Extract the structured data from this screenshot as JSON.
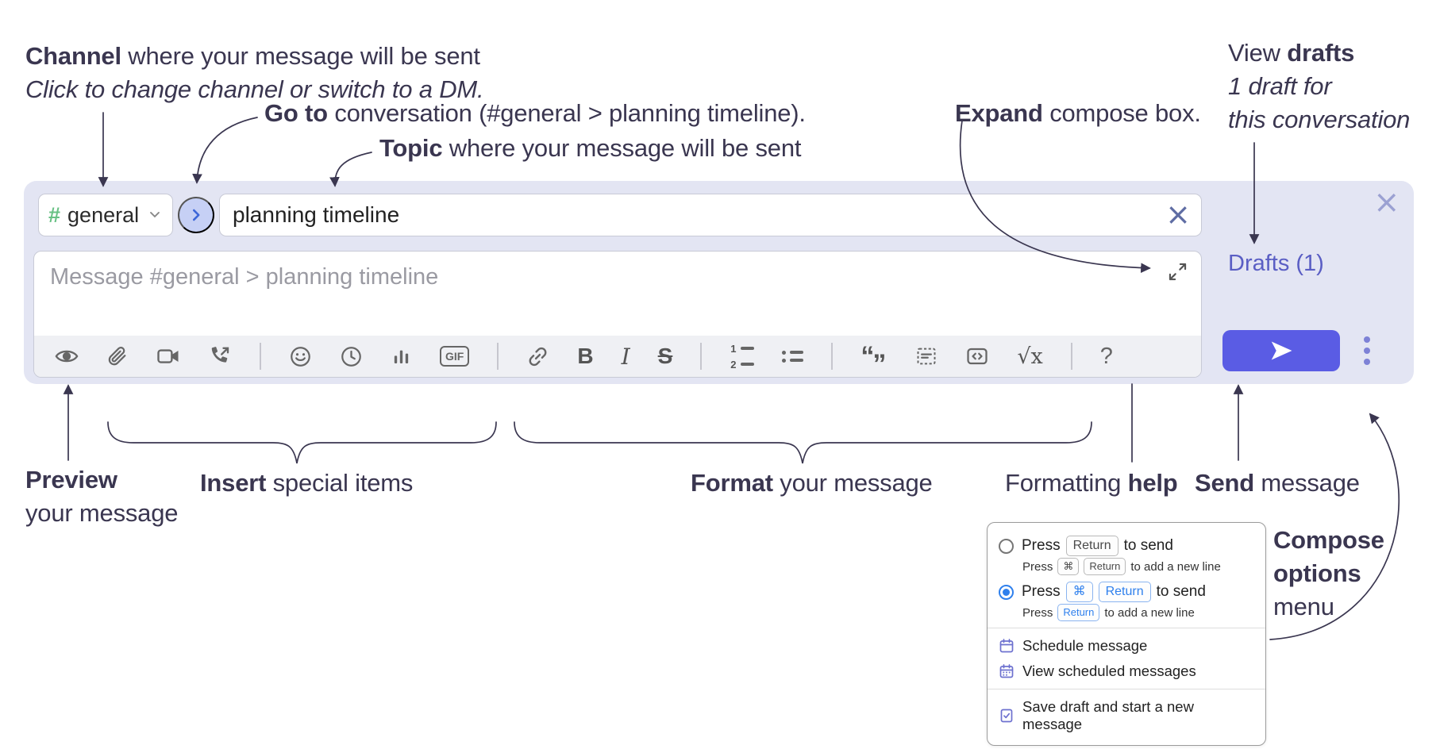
{
  "colors": {
    "accent_send": "#5a5ce4",
    "compose_bg": "#e3e5f3",
    "hash_green": "#68c184",
    "drafts_link": "#5a5ec4",
    "jump_chevron_blue": "#3c66d8",
    "radio_selected_blue": "#2f80ed",
    "menu_icon_purple": "#6d71cf",
    "annotation_ink": "#3a3650"
  },
  "annotations": {
    "channel": {
      "bold": "Channel",
      "rest": " where your message will be sent",
      "sub": "Click to change channel or switch to a DM."
    },
    "goto": {
      "bold": "Go to",
      "rest": " conversation (#general > planning timeline)."
    },
    "topic": {
      "bold": "Topic",
      "rest": " where your message will be sent"
    },
    "expand": {
      "bold": "Expand",
      "rest": " compose box."
    },
    "drafts": {
      "pre": "View ",
      "bold": "drafts",
      "line2": "1 draft for",
      "line3": "this conversation"
    },
    "preview": {
      "bold": "Preview",
      "line2": "your message"
    },
    "insert": {
      "bold": "Insert",
      "rest": " special items"
    },
    "format": {
      "bold": "Format",
      "rest": " your message"
    },
    "help": {
      "pre": "Formatting ",
      "bold": "help"
    },
    "send": {
      "bold": "Send",
      "rest": " message"
    },
    "compose_options": {
      "line1": "Compose",
      "line2": "options",
      "line3": "menu"
    }
  },
  "compose": {
    "channel_hash": "#",
    "channel_name": "general",
    "topic_value": "planning timeline",
    "message_placeholder": "Message #general > planning timeline",
    "drafts_label": "Drafts (1)",
    "close_glyph": "×",
    "clear_glyph": "×"
  },
  "toolbar": {
    "bold": "B",
    "italic": "I",
    "strike": "S",
    "gif": "GIF",
    "math": "√x",
    "help": "?",
    "quote_open": "“",
    "quote_close": "”",
    "ol1": "1",
    "ol2": "2",
    "icons": [
      "preview",
      "attach-file",
      "start-video-call",
      "start-voice-call",
      "add-emoji",
      "add-global-time",
      "add-poll",
      "add-gif",
      "link",
      "bold",
      "italic",
      "strikethrough",
      "numbered-list",
      "bulleted-list",
      "quote",
      "spoiler",
      "code",
      "math",
      "message-formatting"
    ]
  },
  "options_menu": {
    "rows": [
      {
        "pre": "Press",
        "keys": [
          "Return"
        ],
        "post": "to send",
        "sub_pre": "Press",
        "sub_keys": [
          "⌘",
          "Return"
        ],
        "sub_post": "to add a new line",
        "selected": false
      },
      {
        "pre": "Press",
        "keys": [
          "⌘",
          "Return"
        ],
        "post": "to send",
        "sub_pre": "Press",
        "sub_keys": [
          "Return"
        ],
        "sub_post": "to add a new line",
        "selected": true
      }
    ],
    "items": [
      {
        "icon": "schedule-calendar-icon",
        "label": "Schedule message"
      },
      {
        "icon": "view-scheduled-calendar-icon",
        "label": "View scheduled messages"
      },
      {
        "icon": "save-draft-icon",
        "label": "Save draft and start a new message"
      }
    ]
  }
}
